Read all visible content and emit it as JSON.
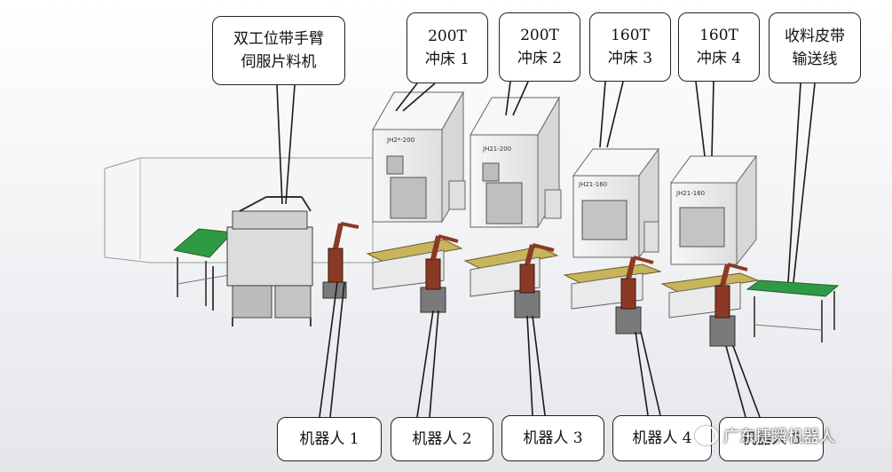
{
  "callouts": {
    "servo_feeder": {
      "line1": "双工位带手臂",
      "line2": "伺服片料机"
    },
    "press1": {
      "line1": "200T",
      "line2": "冲床 1"
    },
    "press2": {
      "line1": "200T",
      "line2": "冲床 2"
    },
    "press3": {
      "line1": "160T",
      "line2": "冲床 3"
    },
    "press4": {
      "line1": "160T",
      "line2": "冲床 4"
    },
    "conveyor": {
      "line1": "收料皮带",
      "line2": "输送线"
    },
    "robot1": "机器人 1",
    "robot2": "机器人 2",
    "robot3": "机器人 3",
    "robot4": "机器人 4",
    "robot5": "机器人 5"
  },
  "press_labels": {
    "press1": "JH2*-200",
    "press2": "JH21-200",
    "press3": "JH21-160",
    "press4": "JH21-160"
  },
  "watermark": "广东捷瞬机器人",
  "colors": {
    "conveyor_green": "#2f9a44",
    "press_body": "#eeeeee",
    "press_bed": "#c8b45a",
    "robot": "#8a3a24"
  }
}
